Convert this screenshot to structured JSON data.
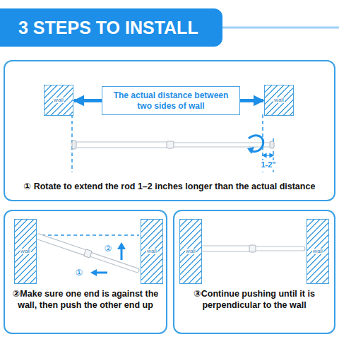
{
  "diagram": {
    "title": "3 STEPS TO INSTALL",
    "nodes": [
      {
        "text": [
          "① Rotate to extend the rod 1–2 inches longer than the actual distance"
        ]
      },
      {
        "text": [
          "wall"
        ],
        "in": 0
      },
      {
        "text": [
          "The actual distance between two sides of wall"
        ],
        "in": 0
      },
      {
        "text": [
          "wall"
        ],
        "in": 0
      },
      {
        "text": [
          "②Make sure one end is against the wall, then push the other end up"
        ]
      },
      {
        "text": [
          "wall"
        ],
        "in": 4
      },
      {
        "text": [
          "wall"
        ],
        "in": 4
      },
      {
        "text": [
          "③Continue pushing until it is perpendicular to the wall"
        ]
      },
      {
        "text": [
          "wall"
        ],
        "in": 7
      },
      {
        "text": [
          "wall"
        ],
        "in": 7
      }
    ],
    "edges": [
      {
        "from": 2,
        "to": 1,
        "arrow": "to"
      },
      {
        "from": 2,
        "to": 3,
        "arrow": "to"
      }
    ],
    "labels": [
      "1-2\"",
      "②",
      "①"
    ]
  }
}
